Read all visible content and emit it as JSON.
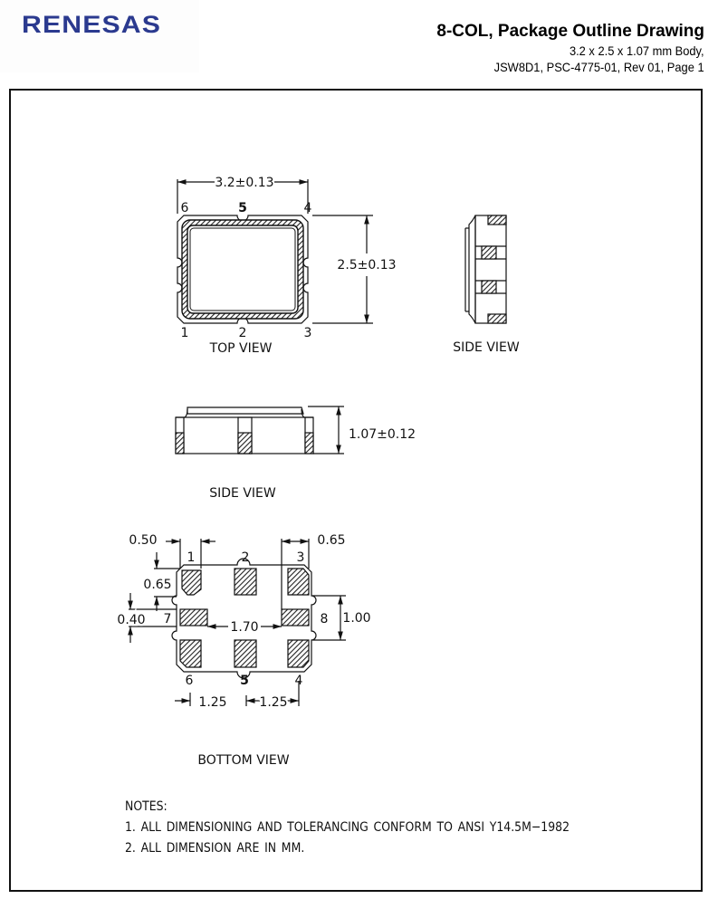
{
  "header": {
    "logo_text": "RENESAS",
    "logo_color": "#2b3a8f",
    "title": "8-COL, Package Outline Drawing",
    "subtitle_line1": "3.2 x 2.5 x 1.07 mm  Body,",
    "subtitle_line2": "JSW8D1, PSC-4775-01, Rev 01, Page 1"
  },
  "top_view": {
    "label": "TOP VIEW",
    "width_dim": "3.2±0.13",
    "height_dim": "2.5±0.13",
    "pins": {
      "p1": "1",
      "p2": "2",
      "p3": "3",
      "p4": "4",
      "p5": "5",
      "p6": "6"
    }
  },
  "side_view_right": {
    "label": "SIDE VIEW"
  },
  "side_view_front": {
    "label": "SIDE VIEW",
    "height_dim": "1.07±0.12"
  },
  "bottom_view": {
    "label": "BOTTOM VIEW",
    "dims": {
      "pad_width": "0.50",
      "pad_height": "0.65",
      "corner_pad_width": "0.65",
      "side_pad_height": "0.40",
      "side_pad_gap": "1.70",
      "side_pitch": "1.00",
      "pitch_left": "1.25",
      "pitch_right": "1.25"
    },
    "pins": {
      "p1": "1",
      "p2": "2",
      "p3": "3",
      "p4": "4",
      "p5": "5",
      "p6": "6",
      "p7": "7",
      "p8": "8"
    }
  },
  "notes": {
    "heading": "NOTES:",
    "items": [
      "1. ALL DIMENSIONING AND TOLERANCING CONFORM TO ANSI Y14.5M−1982",
      "2. ALL DIMENSION ARE IN MM."
    ]
  }
}
